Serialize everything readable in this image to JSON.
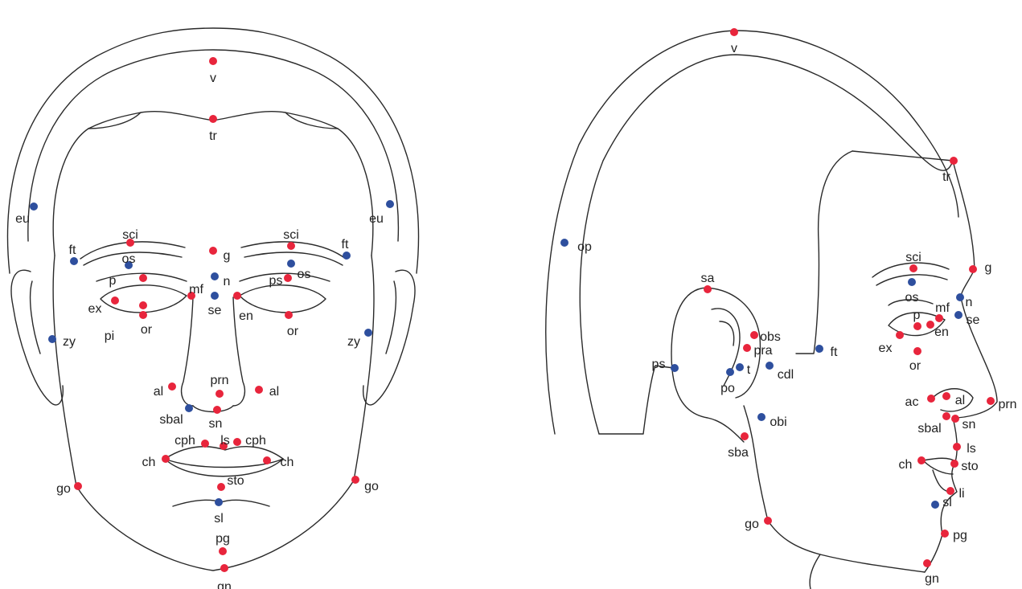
{
  "colors": {
    "red": "#e8253c",
    "blue": "#2e4f9e",
    "line": "#2a2a2a",
    "text": "#222222"
  },
  "frontal_view": {
    "landmarks": [
      {
        "label": "v",
        "color": "red"
      },
      {
        "label": "tr",
        "color": "red"
      },
      {
        "label": "eu",
        "color": "blue"
      },
      {
        "label": "eu",
        "color": "blue"
      },
      {
        "label": "ft",
        "color": "blue"
      },
      {
        "label": "ft",
        "color": "blue"
      },
      {
        "label": "sci",
        "color": "red"
      },
      {
        "label": "sci",
        "color": "red"
      },
      {
        "label": "g",
        "color": "red"
      },
      {
        "label": "os",
        "color": "blue"
      },
      {
        "label": "os",
        "color": "blue"
      },
      {
        "label": "n",
        "color": "blue"
      },
      {
        "label": "p",
        "color": "red"
      },
      {
        "label": "ps",
        "color": "red"
      },
      {
        "label": "mf",
        "color": "red"
      },
      {
        "label": "se",
        "color": "blue"
      },
      {
        "label": "ex",
        "color": "red"
      },
      {
        "label": "en",
        "color": "red"
      },
      {
        "label": "pi",
        "color": "red"
      },
      {
        "label": "or",
        "color": "red"
      },
      {
        "label": "or",
        "color": "red"
      },
      {
        "label": "zy",
        "color": "blue"
      },
      {
        "label": "zy",
        "color": "blue"
      },
      {
        "label": "al",
        "color": "red"
      },
      {
        "label": "al",
        "color": "red"
      },
      {
        "label": "prn",
        "color": "red"
      },
      {
        "label": "sbal",
        "color": "blue"
      },
      {
        "label": "sn",
        "color": "red"
      },
      {
        "label": "cph",
        "color": "red"
      },
      {
        "label": "ls",
        "color": "red"
      },
      {
        "label": "cph",
        "color": "red"
      },
      {
        "label": "ch",
        "color": "red"
      },
      {
        "label": "ch",
        "color": "red"
      },
      {
        "label": "sto",
        "color": "red"
      },
      {
        "label": "go",
        "color": "red"
      },
      {
        "label": "go",
        "color": "red"
      },
      {
        "label": "sl",
        "color": "blue"
      },
      {
        "label": "pg",
        "color": "red"
      },
      {
        "label": "gn",
        "color": "red"
      }
    ]
  },
  "lateral_view": {
    "landmarks": [
      {
        "label": "v",
        "color": "red"
      },
      {
        "label": "tr",
        "color": "red"
      },
      {
        "label": "op",
        "color": "blue"
      },
      {
        "label": "sci",
        "color": "red"
      },
      {
        "label": "g",
        "color": "red"
      },
      {
        "label": "os",
        "color": "blue"
      },
      {
        "label": "n",
        "color": "blue"
      },
      {
        "label": "se",
        "color": "blue"
      },
      {
        "label": "p",
        "color": "red"
      },
      {
        "label": "mf",
        "color": "red"
      },
      {
        "label": "ex",
        "color": "red"
      },
      {
        "label": "en",
        "color": "red"
      },
      {
        "label": "or",
        "color": "red"
      },
      {
        "label": "sa",
        "color": "red"
      },
      {
        "label": "obs",
        "color": "red"
      },
      {
        "label": "pra",
        "color": "red"
      },
      {
        "label": "ft",
        "color": "blue"
      },
      {
        "label": "ps",
        "color": "blue"
      },
      {
        "label": "t",
        "color": "blue"
      },
      {
        "label": "cdl",
        "color": "blue"
      },
      {
        "label": "po",
        "color": "blue"
      },
      {
        "label": "ac",
        "color": "red"
      },
      {
        "label": "al",
        "color": "red"
      },
      {
        "label": "prn",
        "color": "red"
      },
      {
        "label": "sbal",
        "color": "red"
      },
      {
        "label": "sn",
        "color": "red"
      },
      {
        "label": "obi",
        "color": "blue"
      },
      {
        "label": "sba",
        "color": "red"
      },
      {
        "label": "ls",
        "color": "red"
      },
      {
        "label": "ch",
        "color": "red"
      },
      {
        "label": "sto",
        "color": "red"
      },
      {
        "label": "li",
        "color": "red"
      },
      {
        "label": "sl",
        "color": "blue"
      },
      {
        "label": "go",
        "color": "red"
      },
      {
        "label": "pg",
        "color": "red"
      },
      {
        "label": "gn",
        "color": "red"
      }
    ]
  }
}
